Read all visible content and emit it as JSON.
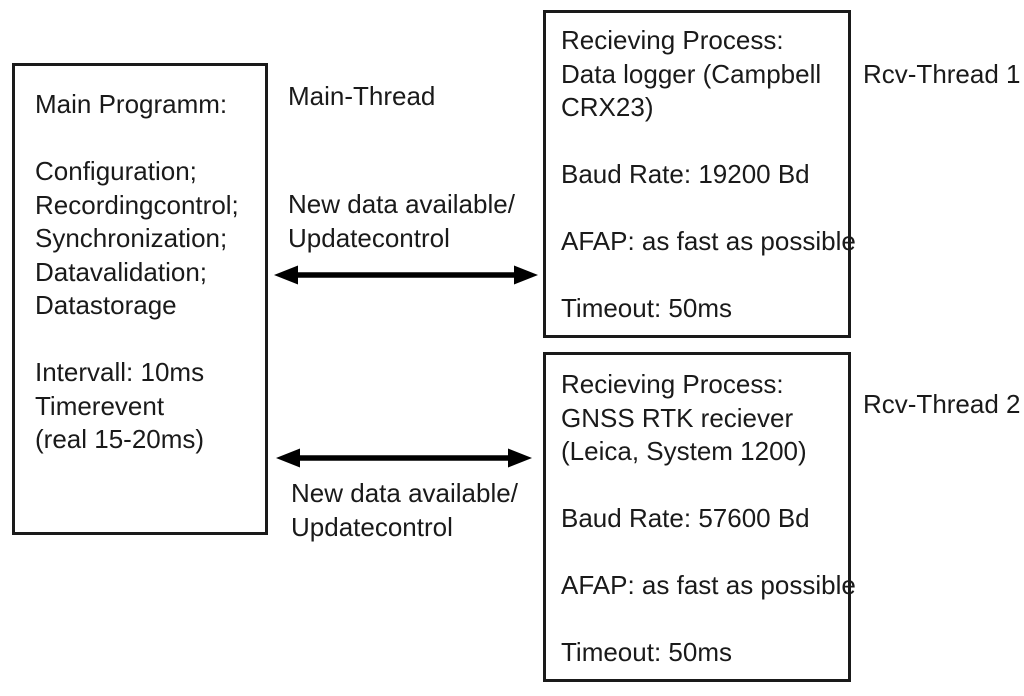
{
  "main_box": {
    "title": "Main Programm:",
    "tasks": [
      "Configuration;",
      "Recordingcontrol;",
      "Synchronization;",
      "Datavalidation;",
      "Datastorage"
    ],
    "timing": [
      "Intervall: 10ms",
      "Timerevent",
      "(real 15-20ms)"
    ]
  },
  "labels": {
    "main_thread": "Main-Thread"
  },
  "connections": [
    {
      "line1": "New data available/",
      "line2": "Updatecontrol"
    },
    {
      "line1": "New data available/",
      "line2": "Updatecontrol"
    }
  ],
  "receivers": [
    {
      "title_lines": [
        "Recieving Process:",
        "Data logger (Campbell",
        "CRX23)"
      ],
      "baud": "Baud Rate: 19200 Bd",
      "afap": "AFAP: as fast as possible",
      "timeout": "Timeout: 50ms",
      "thread_label": "Rcv-Thread 1"
    },
    {
      "title_lines": [
        "Recieving Process:",
        "GNSS RTK reciever",
        "(Leica, System 1200)"
      ],
      "baud": "Baud Rate: 57600 Bd",
      "afap": "AFAP: as fast as possible",
      "timeout": "Timeout: 50ms",
      "thread_label": "Rcv-Thread 2"
    }
  ],
  "colors": {
    "text": "#1a1a1a",
    "border": "#1a1a1a",
    "background": "#ffffff",
    "arrow": "#000000"
  }
}
